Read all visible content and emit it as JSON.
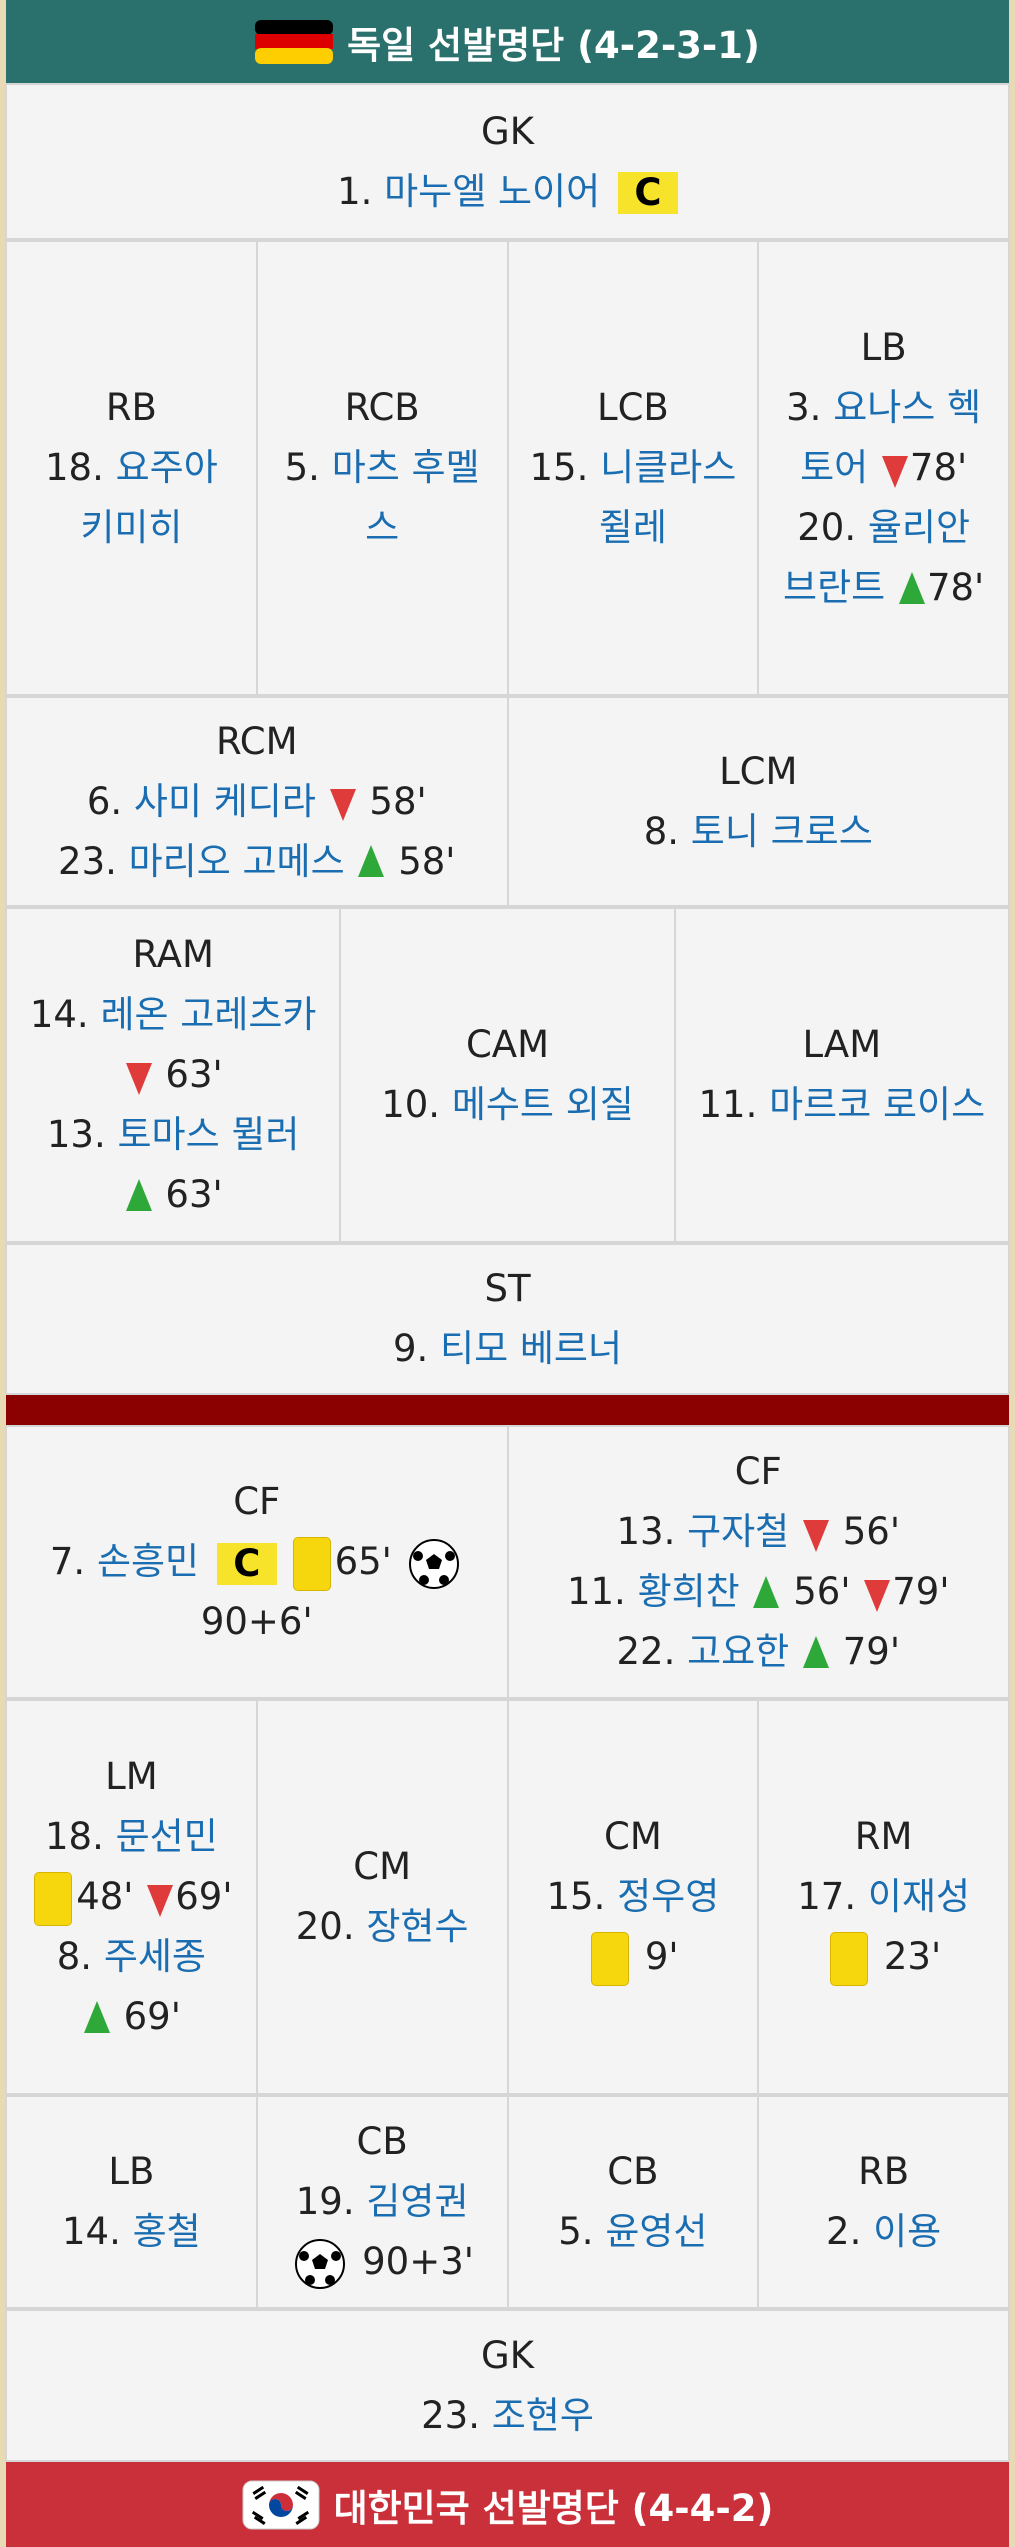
{
  "germany_header": "독일 선발명단 (4-2-3-1)",
  "korea_header": "대한민국 선발명단 (4-4-2)",
  "captain_label": "C",
  "germany": {
    "gk": {
      "pos": "GK",
      "num": "1.",
      "name": "마누엘 노이어"
    },
    "def": [
      {
        "pos": "RB",
        "num": "18.",
        "name": "요주아 키미히"
      },
      {
        "pos": "RCB",
        "num": "5.",
        "name": "마츠 후멜스"
      },
      {
        "pos": "LCB",
        "num": "15.",
        "name": "니클라스 쥘레"
      },
      {
        "pos": "LB",
        "p1num": "3.",
        "p1name": "요나스 헥토어",
        "p1min": "78'",
        "p2num": "20.",
        "p2name": "율리안 브란트",
        "p2min": "78'"
      }
    ],
    "cm": {
      "rcm": {
        "pos": "RCM",
        "p1num": "6.",
        "p1name": "사미 케디라",
        "p1min": "58'",
        "p2num": "23.",
        "p2name": "마리오 고메스",
        "p2min": "58'"
      },
      "lcm": {
        "pos": "LCM",
        "num": "8.",
        "name": "토니 크로스"
      }
    },
    "am": {
      "ram": {
        "pos": "RAM",
        "p1num": "14.",
        "p1name": "레온 고레츠카",
        "p1min": "63'",
        "p2num": "13.",
        "p2name": "토마스 뮐러",
        "p2min": "63'"
      },
      "cam": {
        "pos": "CAM",
        "num": "10.",
        "name": "메수트 외질"
      },
      "lam": {
        "pos": "LAM",
        "num": "11.",
        "name": "마르코 로이스"
      }
    },
    "st": {
      "pos": "ST",
      "num": "9.",
      "name": "티모 베르너"
    }
  },
  "korea": {
    "cf1": {
      "pos": "CF",
      "num": "7.",
      "name": "손흥민",
      "card_min": "65'",
      "goal_min": "90+6'"
    },
    "cf2": {
      "pos": "CF",
      "p1num": "13.",
      "p1name": "구자철",
      "p1min": "56'",
      "p2num": "11.",
      "p2name": "황희찬",
      "p2in": "56'",
      "p2out": "79'",
      "p3num": "22.",
      "p3name": "고요한",
      "p3min": "79'"
    },
    "lm": {
      "pos": "LM",
      "p1num": "18.",
      "p1name": "문선민",
      "card_min": "48'",
      "p1min": "69'",
      "p2num": "8.",
      "p2name": "주세종",
      "p2min": "69'"
    },
    "cm1": {
      "pos": "CM",
      "num": "20.",
      "name": "장현수"
    },
    "cm2": {
      "pos": "CM",
      "num": "15.",
      "name": "정우영",
      "card_min": "9'"
    },
    "rm": {
      "pos": "RM",
      "num": "17.",
      "name": "이재성",
      "card_min": "23'"
    },
    "lb": {
      "pos": "LB",
      "num": "14.",
      "name": "홍철"
    },
    "cb1": {
      "pos": "CB",
      "num": "19.",
      "name": "김영권",
      "goal_min": "90+3'"
    },
    "cb2": {
      "pos": "CB",
      "num": "5.",
      "name": "윤영선"
    },
    "rb": {
      "pos": "RB",
      "num": "2.",
      "name": "이용"
    },
    "gk": {
      "pos": "GK",
      "num": "23.",
      "name": "조현우"
    }
  },
  "colors": {
    "header_green": "#2a716d",
    "header_red": "#c9303a",
    "separator": "#8b0000",
    "link": "#1a6db0",
    "captain_badge": "#f6e32a"
  },
  "icons": [
    "flag-germany-icon",
    "flag-korea-icon",
    "sub-off-icon",
    "sub-on-icon",
    "yellow-card-icon",
    "soccer-ball-icon"
  ]
}
